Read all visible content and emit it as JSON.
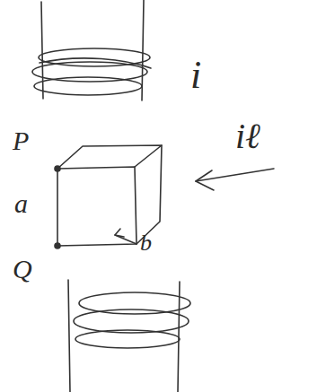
{
  "diagram": {
    "labels": [
      "i",
      "P",
      "a",
      "Q",
      "b",
      "iℓ"
    ]
  }
}
